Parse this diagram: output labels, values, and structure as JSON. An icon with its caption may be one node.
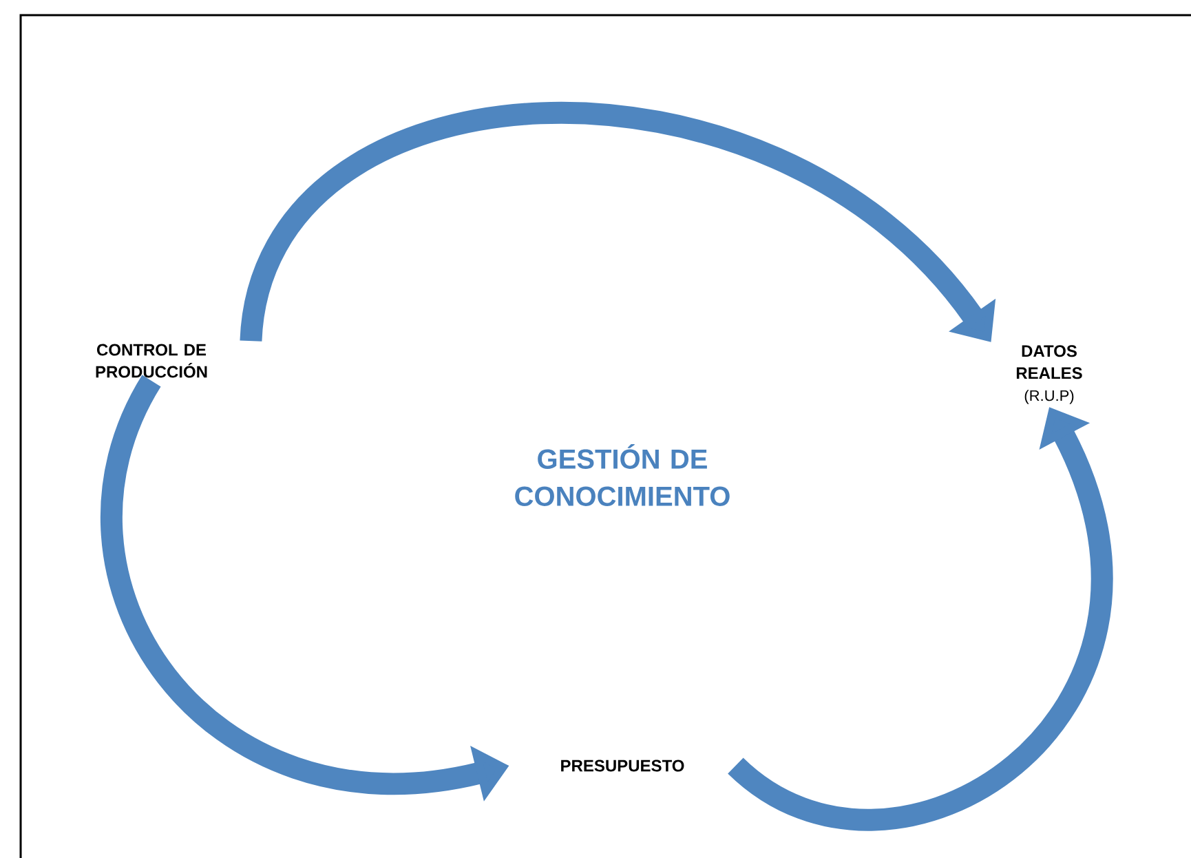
{
  "diagram": {
    "nodes": [
      {
        "text": [
          "CONTROL DE PRODUCCIÓN"
        ]
      },
      {
        "text": [
          "DATOS REALES",
          "(R.U.P)"
        ]
      },
      {
        "text": [
          "PRESUPUESTO"
        ]
      },
      {
        "text": [
          "GESTIÓN DE CONOCIMIENTO"
        ]
      }
    ],
    "edges": [
      {
        "from": 0,
        "to": 1,
        "arrow": "to"
      },
      {
        "from": 0,
        "to": 2,
        "arrow": "to"
      },
      {
        "from": 2,
        "to": 1,
        "arrow": "to"
      }
    ]
  }
}
